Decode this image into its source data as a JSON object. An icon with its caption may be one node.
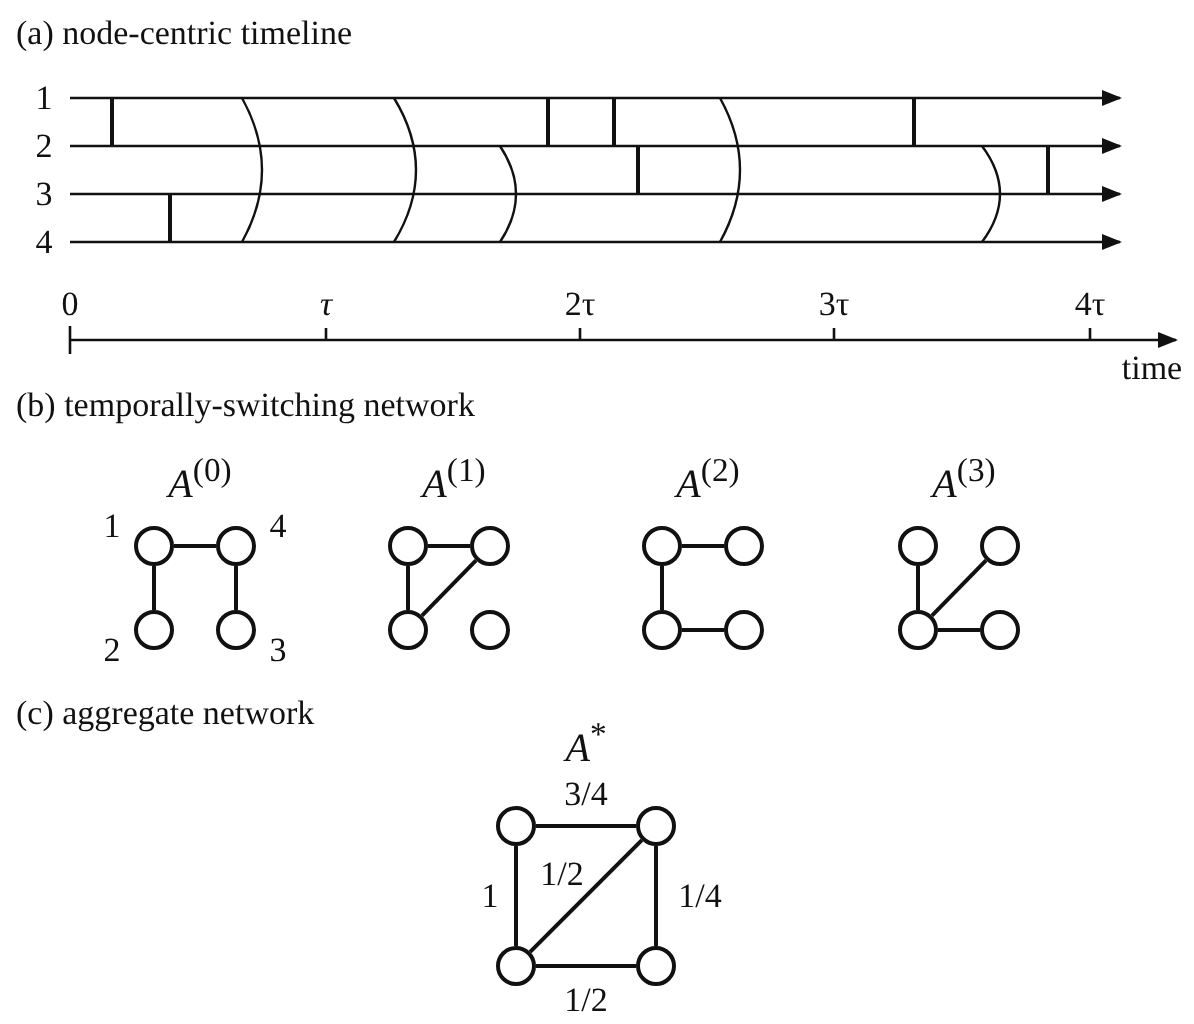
{
  "diagram": {
    "nodes": [
      {
        "text": [],
        "shape": "circle",
        "beside": [
          "1"
        ]
      },
      {
        "text": [],
        "shape": "circle",
        "beside": [
          "4"
        ]
      },
      {
        "text": [],
        "shape": "circle",
        "beside": [
          "2"
        ]
      },
      {
        "text": [],
        "shape": "circle",
        "beside": [
          "3"
        ]
      },
      {
        "text": [],
        "shape": "circle"
      },
      {
        "text": [],
        "shape": "circle"
      },
      {
        "text": [],
        "shape": "circle"
      },
      {
        "text": [],
        "shape": "circle"
      },
      {
        "text": [],
        "shape": "circle"
      },
      {
        "text": [],
        "shape": "circle"
      },
      {
        "text": [],
        "shape": "circle"
      },
      {
        "text": [],
        "shape": "circle"
      },
      {
        "text": [],
        "shape": "circle"
      },
      {
        "text": [],
        "shape": "circle"
      },
      {
        "text": [],
        "shape": "circle"
      },
      {
        "text": [],
        "shape": "circle"
      },
      {
        "text": [],
        "shape": "circle"
      },
      {
        "text": [],
        "shape": "circle"
      },
      {
        "text": [],
        "shape": "circle"
      },
      {
        "text": [],
        "shape": "circle"
      }
    ],
    "edges": [
      {
        "from": 0,
        "to": 1,
        "arrow": "none"
      },
      {
        "from": 0,
        "to": 2,
        "arrow": "none"
      },
      {
        "from": 1,
        "to": 3,
        "arrow": "none"
      },
      {
        "from": 4,
        "to": 5,
        "arrow": "none"
      },
      {
        "from": 4,
        "to": 6,
        "arrow": "none"
      },
      {
        "from": 5,
        "to": 6,
        "arrow": "none"
      },
      {
        "from": 8,
        "to": 9,
        "arrow": "none"
      },
      {
        "from": 8,
        "to": 10,
        "arrow": "none"
      },
      {
        "from": 10,
        "to": 11,
        "arrow": "none"
      },
      {
        "from": 12,
        "to": 14,
        "arrow": "none"
      },
      {
        "from": 13,
        "to": 14,
        "arrow": "none"
      },
      {
        "from": 14,
        "to": 15,
        "arrow": "none"
      },
      {
        "from": 16,
        "to": 17,
        "arrow": "none",
        "label": "3/4"
      },
      {
        "from": 16,
        "to": 18,
        "arrow": "none",
        "label": "1"
      },
      {
        "from": 18,
        "to": 17,
        "arrow": "none",
        "label": "1/2"
      },
      {
        "from": 17,
        "to": 19,
        "arrow": "none",
        "label": "1/4"
      },
      {
        "from": 18,
        "to": 19,
        "arrow": "none",
        "label": "1/2"
      }
    ],
    "labels": [
      "(a) node-centric timeline",
      "1",
      "2",
      "3",
      "4",
      "0",
      "τ",
      "2τ",
      "3τ",
      "4τ",
      "time",
      "(b) temporally-switching network",
      "*A*$^{(0)}$",
      "*A*$^{(1)}$",
      "*A*$^{(2)}$",
      "*A*$^{(3)}$",
      "(c) aggregate network",
      "*A*$^{*}$"
    ]
  }
}
